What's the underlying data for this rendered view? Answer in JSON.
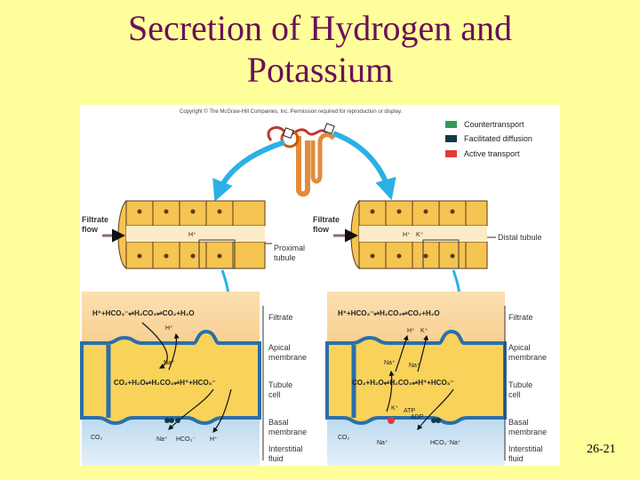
{
  "slide": {
    "title_line1": "Secretion of Hydrogen and",
    "title_line2": "Potassium",
    "page_number": "26-21"
  },
  "figure": {
    "copyright": "Copyright © The McGraw-Hill Companies, Inc. Permission required for reproduction or display.",
    "legend": [
      {
        "label": "Countertransport",
        "color": "#2f9d5a"
      },
      {
        "label": "Facilitated diffusion",
        "color": "#123a4a"
      },
      {
        "label": "Active transport",
        "color": "#e53935"
      }
    ],
    "filtrate_flow": "Filtrate flow",
    "filtrate_word": "Filtrate",
    "flow_word": "flow",
    "proximal_tubule_1": "Proximal",
    "proximal_tubule_2": "tubule",
    "distal_tubule": "Distal tubule",
    "ion_h": "H⁺",
    "ion_k": "K⁺",
    "ion_na": "Na⁺",
    "ion_hco3": "HCO₃⁻",
    "ion_co2": "CO₂",
    "atp": "ATP",
    "adp": "ADP",
    "eq_filtrate": "H⁺+HCO₃⁻⇌H₂CO₃⇌CO₂+H₂O",
    "eq_cell": "CO₂+H₂O⇌H₂CO₃⇌H⁺+HCO₃⁻",
    "labels": {
      "filtrate": "Filtrate",
      "apical_1": "Apical",
      "apical_2": "membrane",
      "tubule_cell_1": "Tubule",
      "tubule_cell_2": "cell",
      "basal_1": "Basal",
      "basal_2": "membrane",
      "interstitial_1": "Interstitial",
      "interstitial_2": "fluid"
    }
  }
}
